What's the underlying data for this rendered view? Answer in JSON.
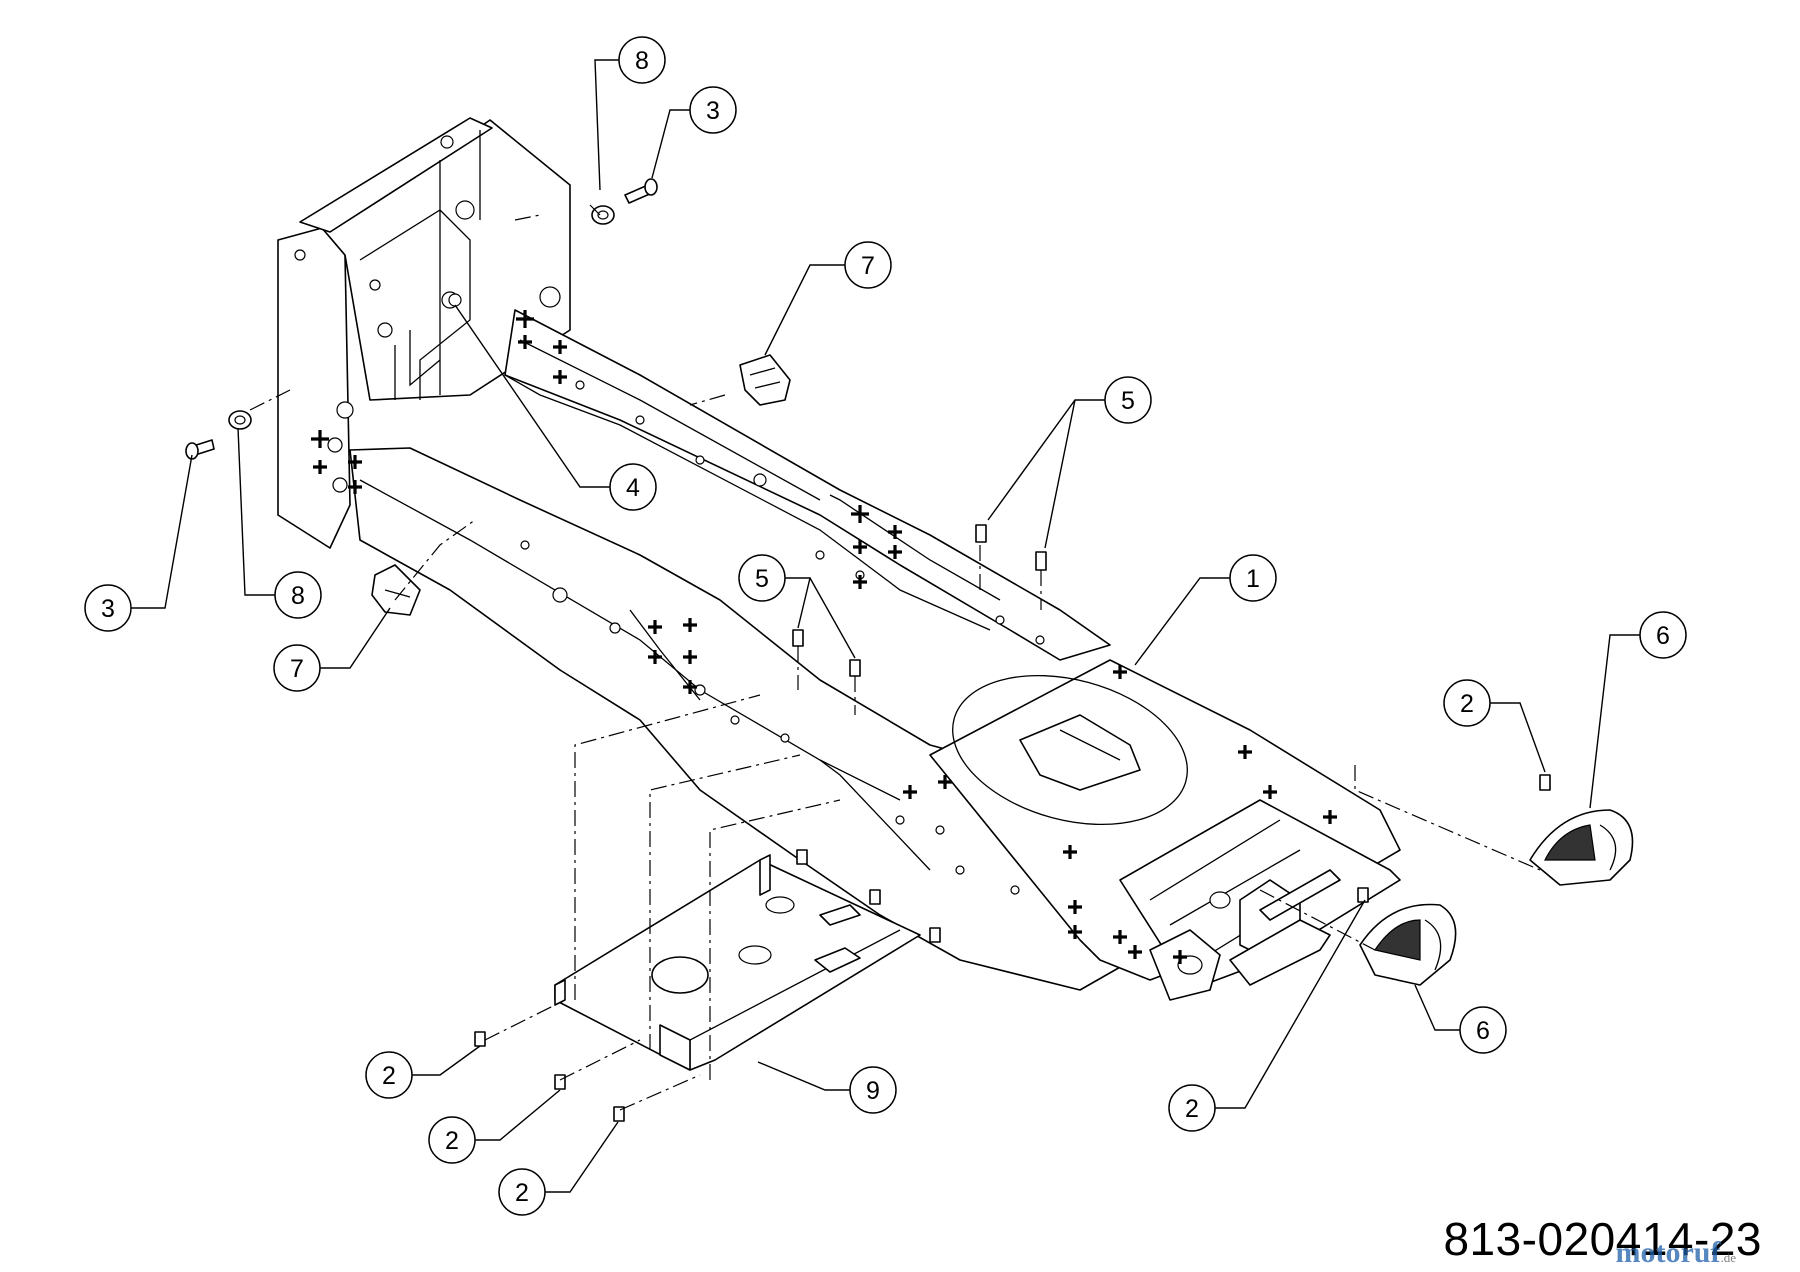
{
  "diagram": {
    "part_number": "813-020414-23",
    "watermark": {
      "brand": "motoruf",
      "tld": ".de"
    },
    "callouts": [
      {
        "id": "c8-top",
        "label": "8"
      },
      {
        "id": "c3-top",
        "label": "3"
      },
      {
        "id": "c7-top",
        "label": "7"
      },
      {
        "id": "c5-right",
        "label": "5"
      },
      {
        "id": "c4",
        "label": "4"
      },
      {
        "id": "c3-left",
        "label": "3"
      },
      {
        "id": "c8-left",
        "label": "8"
      },
      {
        "id": "c7-left",
        "label": "7"
      },
      {
        "id": "c5-mid",
        "label": "5"
      },
      {
        "id": "c1",
        "label": "1"
      },
      {
        "id": "c6-top",
        "label": "6"
      },
      {
        "id": "c2-right-top",
        "label": "2"
      },
      {
        "id": "c6-bottom",
        "label": "6"
      },
      {
        "id": "c2-right-bottom",
        "label": "2"
      },
      {
        "id": "c9",
        "label": "9"
      },
      {
        "id": "c2-bottom-1",
        "label": "2"
      },
      {
        "id": "c2-bottom-2",
        "label": "2"
      },
      {
        "id": "c2-bottom-3",
        "label": "2"
      }
    ]
  }
}
